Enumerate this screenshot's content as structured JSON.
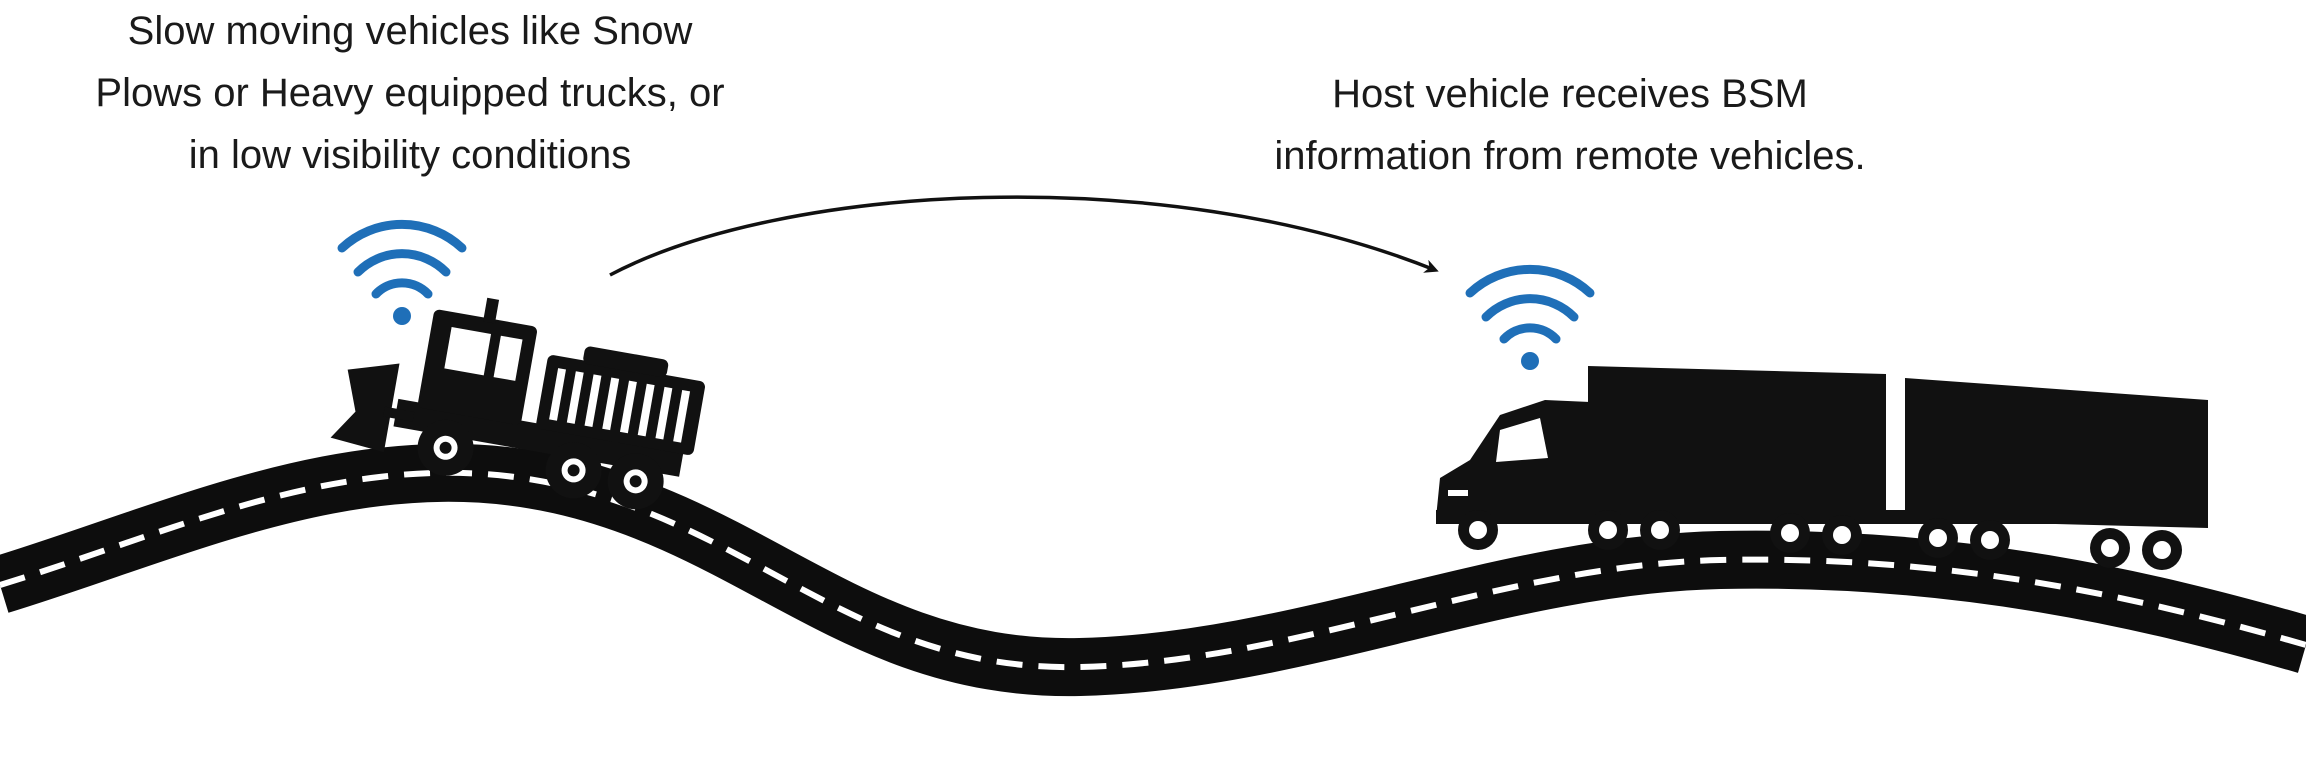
{
  "left_caption": {
    "lines": [
      "Slow moving vehicles like Snow",
      "Plows or Heavy equipped trucks, or",
      "in low visibility conditions"
    ]
  },
  "right_caption": {
    "lines": [
      "Host vehicle receives BSM",
      "information from remote vehicles."
    ]
  },
  "colors": {
    "wifi": "#1f6fb8",
    "road": "#0d0d0d",
    "lane_dash": "#ffffff",
    "vehicle": "#111111"
  },
  "icons": [
    "wifi-icon",
    "snow-plow-truck-icon",
    "semi-truck-double-trailer-icon",
    "curved-arrow-icon"
  ]
}
